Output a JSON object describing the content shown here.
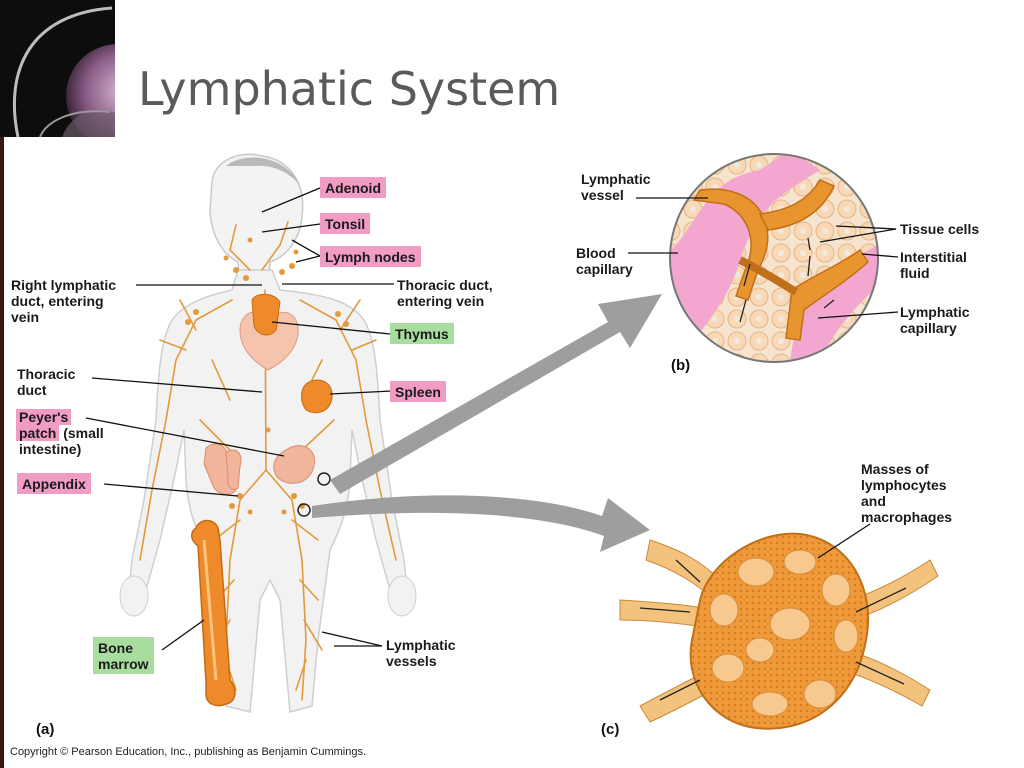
{
  "title": "Lymphatic System",
  "labels": {
    "adenoid": "Adenoid",
    "tonsil": "Tonsil",
    "lymph_nodes": "Lymph nodes",
    "right_lymphatic_duct": [
      "Right lymphatic",
      "duct, entering",
      "vein"
    ],
    "thoracic_duct_entering": [
      "Thoracic duct,",
      "entering vein"
    ],
    "thymus": "Thymus",
    "thoracic_duct": [
      "Thoracic",
      "duct"
    ],
    "spleen": "Spleen",
    "peyers_patch": {
      "line1": "Peyer's",
      "line2_tag": "patch",
      "line2_rest": " (small",
      "line3": "intestine)"
    },
    "appendix": "Appendix",
    "bone_marrow": [
      "Bone",
      "marrow"
    ],
    "lymphatic_vessels": [
      "Lymphatic",
      "vessels"
    ],
    "lymphatic_vessel": [
      "Lymphatic",
      "vessel"
    ],
    "blood_capillary": [
      "Blood",
      "capillary"
    ],
    "tissue_cells": "Tissue cells",
    "interstitial_fluid": [
      "Interstitial",
      "fluid"
    ],
    "lymphatic_capillary": [
      "Lymphatic",
      "capillary"
    ],
    "masses": [
      "Masses of",
      "lymphocytes",
      "and",
      "macrophages"
    ]
  },
  "panels": {
    "a": "(a)",
    "b": "(b)",
    "c": "(c)"
  },
  "copyright": "Copyright © Pearson Education, Inc., publishing as Benjamin Cummings.",
  "colors": {
    "pink_label": "#f19cc5",
    "green_label": "#a9dda0",
    "vessel_orange": "#e8942f",
    "capillary_pink": "#f3a6cf",
    "title_gray": "#5a5a5a"
  }
}
